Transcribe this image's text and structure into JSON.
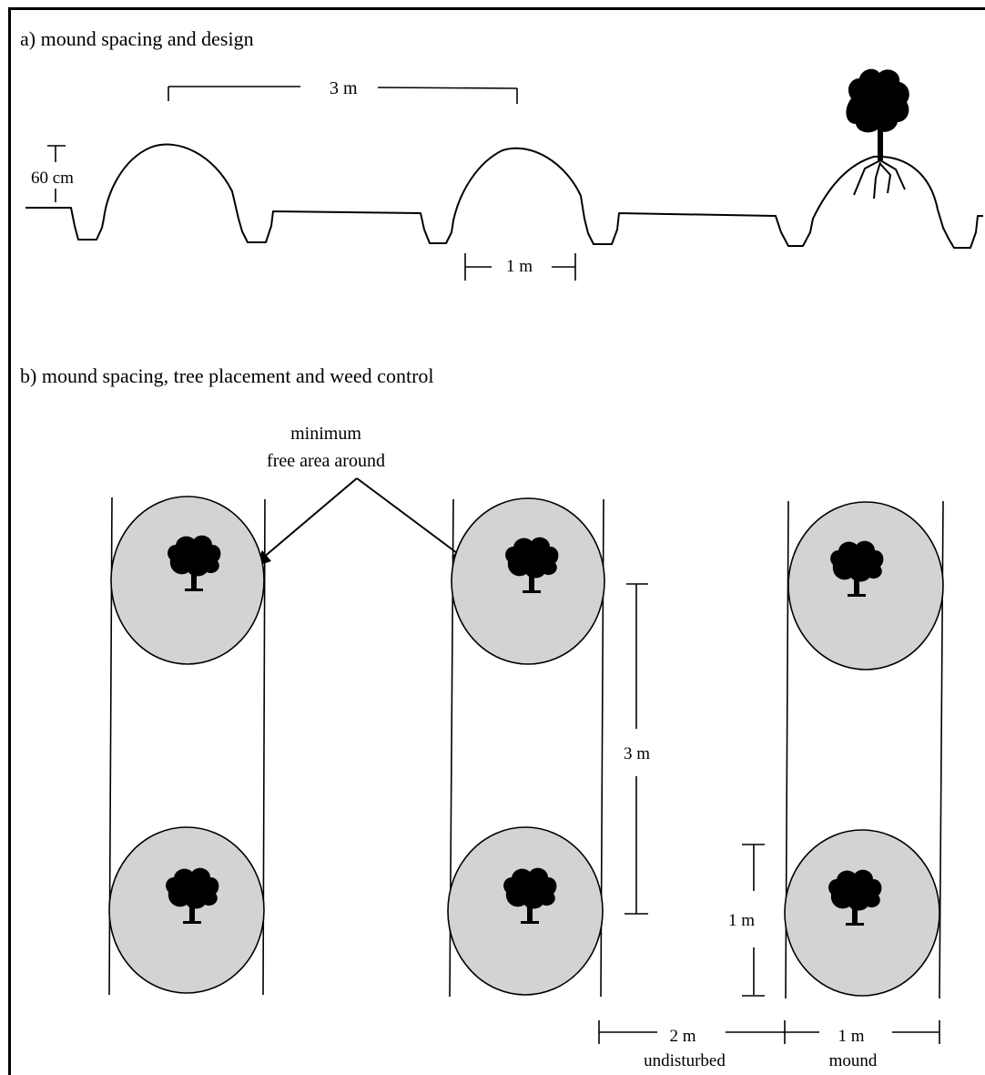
{
  "panel_a": {
    "title": "a) mound spacing and design",
    "spacing_label": "3 m",
    "height_label": "60 cm",
    "width_label": "1 m"
  },
  "panel_b": {
    "title": "b) mound spacing, tree placement and weed control",
    "annotation_line1": "minimum",
    "annotation_line2": "free area around",
    "vertical_spacing_label": "3 m",
    "circle_size_label": "1 m",
    "undisturbed_width_label": "2 m",
    "undisturbed_text": "undisturbed",
    "mound_width_label": "1 m",
    "mound_text": "mound"
  },
  "colors": {
    "circle_fill": "#d3d3d3",
    "line": "#000000"
  }
}
